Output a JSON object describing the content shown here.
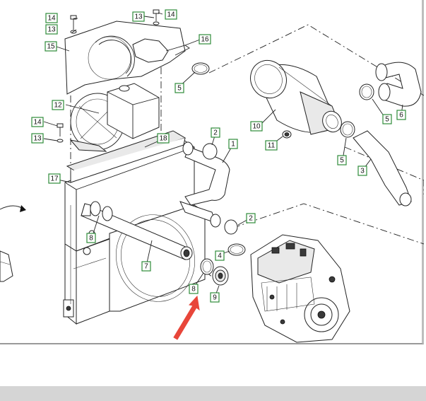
{
  "diagram": {
    "callouts": [
      {
        "id": "c14a",
        "text": "14"
      },
      {
        "id": "c13a",
        "text": "13"
      },
      {
        "id": "c15",
        "text": "15"
      },
      {
        "id": "c13b",
        "text": "13"
      },
      {
        "id": "c14b",
        "text": "14"
      },
      {
        "id": "c16",
        "text": "16"
      },
      {
        "id": "c5a",
        "text": "5"
      },
      {
        "id": "c12",
        "text": "12"
      },
      {
        "id": "c14c",
        "text": "14"
      },
      {
        "id": "c13c",
        "text": "13"
      },
      {
        "id": "c18",
        "text": "18"
      },
      {
        "id": "c17",
        "text": "17"
      },
      {
        "id": "c2a",
        "text": "2"
      },
      {
        "id": "c1",
        "text": "1"
      },
      {
        "id": "c10",
        "text": "10"
      },
      {
        "id": "c11",
        "text": "11"
      },
      {
        "id": "c5b",
        "text": "5"
      },
      {
        "id": "c6",
        "text": "6"
      },
      {
        "id": "c5c",
        "text": "5"
      },
      {
        "id": "c3",
        "text": "3"
      },
      {
        "id": "c8a",
        "text": "8"
      },
      {
        "id": "c2b",
        "text": "2"
      },
      {
        "id": "c4",
        "text": "4"
      },
      {
        "id": "c7",
        "text": "7"
      },
      {
        "id": "c8b",
        "text": "8"
      },
      {
        "id": "c9",
        "text": "9"
      }
    ],
    "colors": {
      "label_border": "#2e8b3a",
      "annotation_arrow": "#e8463a",
      "frame_border": "#bdbdbd",
      "bottom_bar": "#d5d5d5"
    }
  }
}
